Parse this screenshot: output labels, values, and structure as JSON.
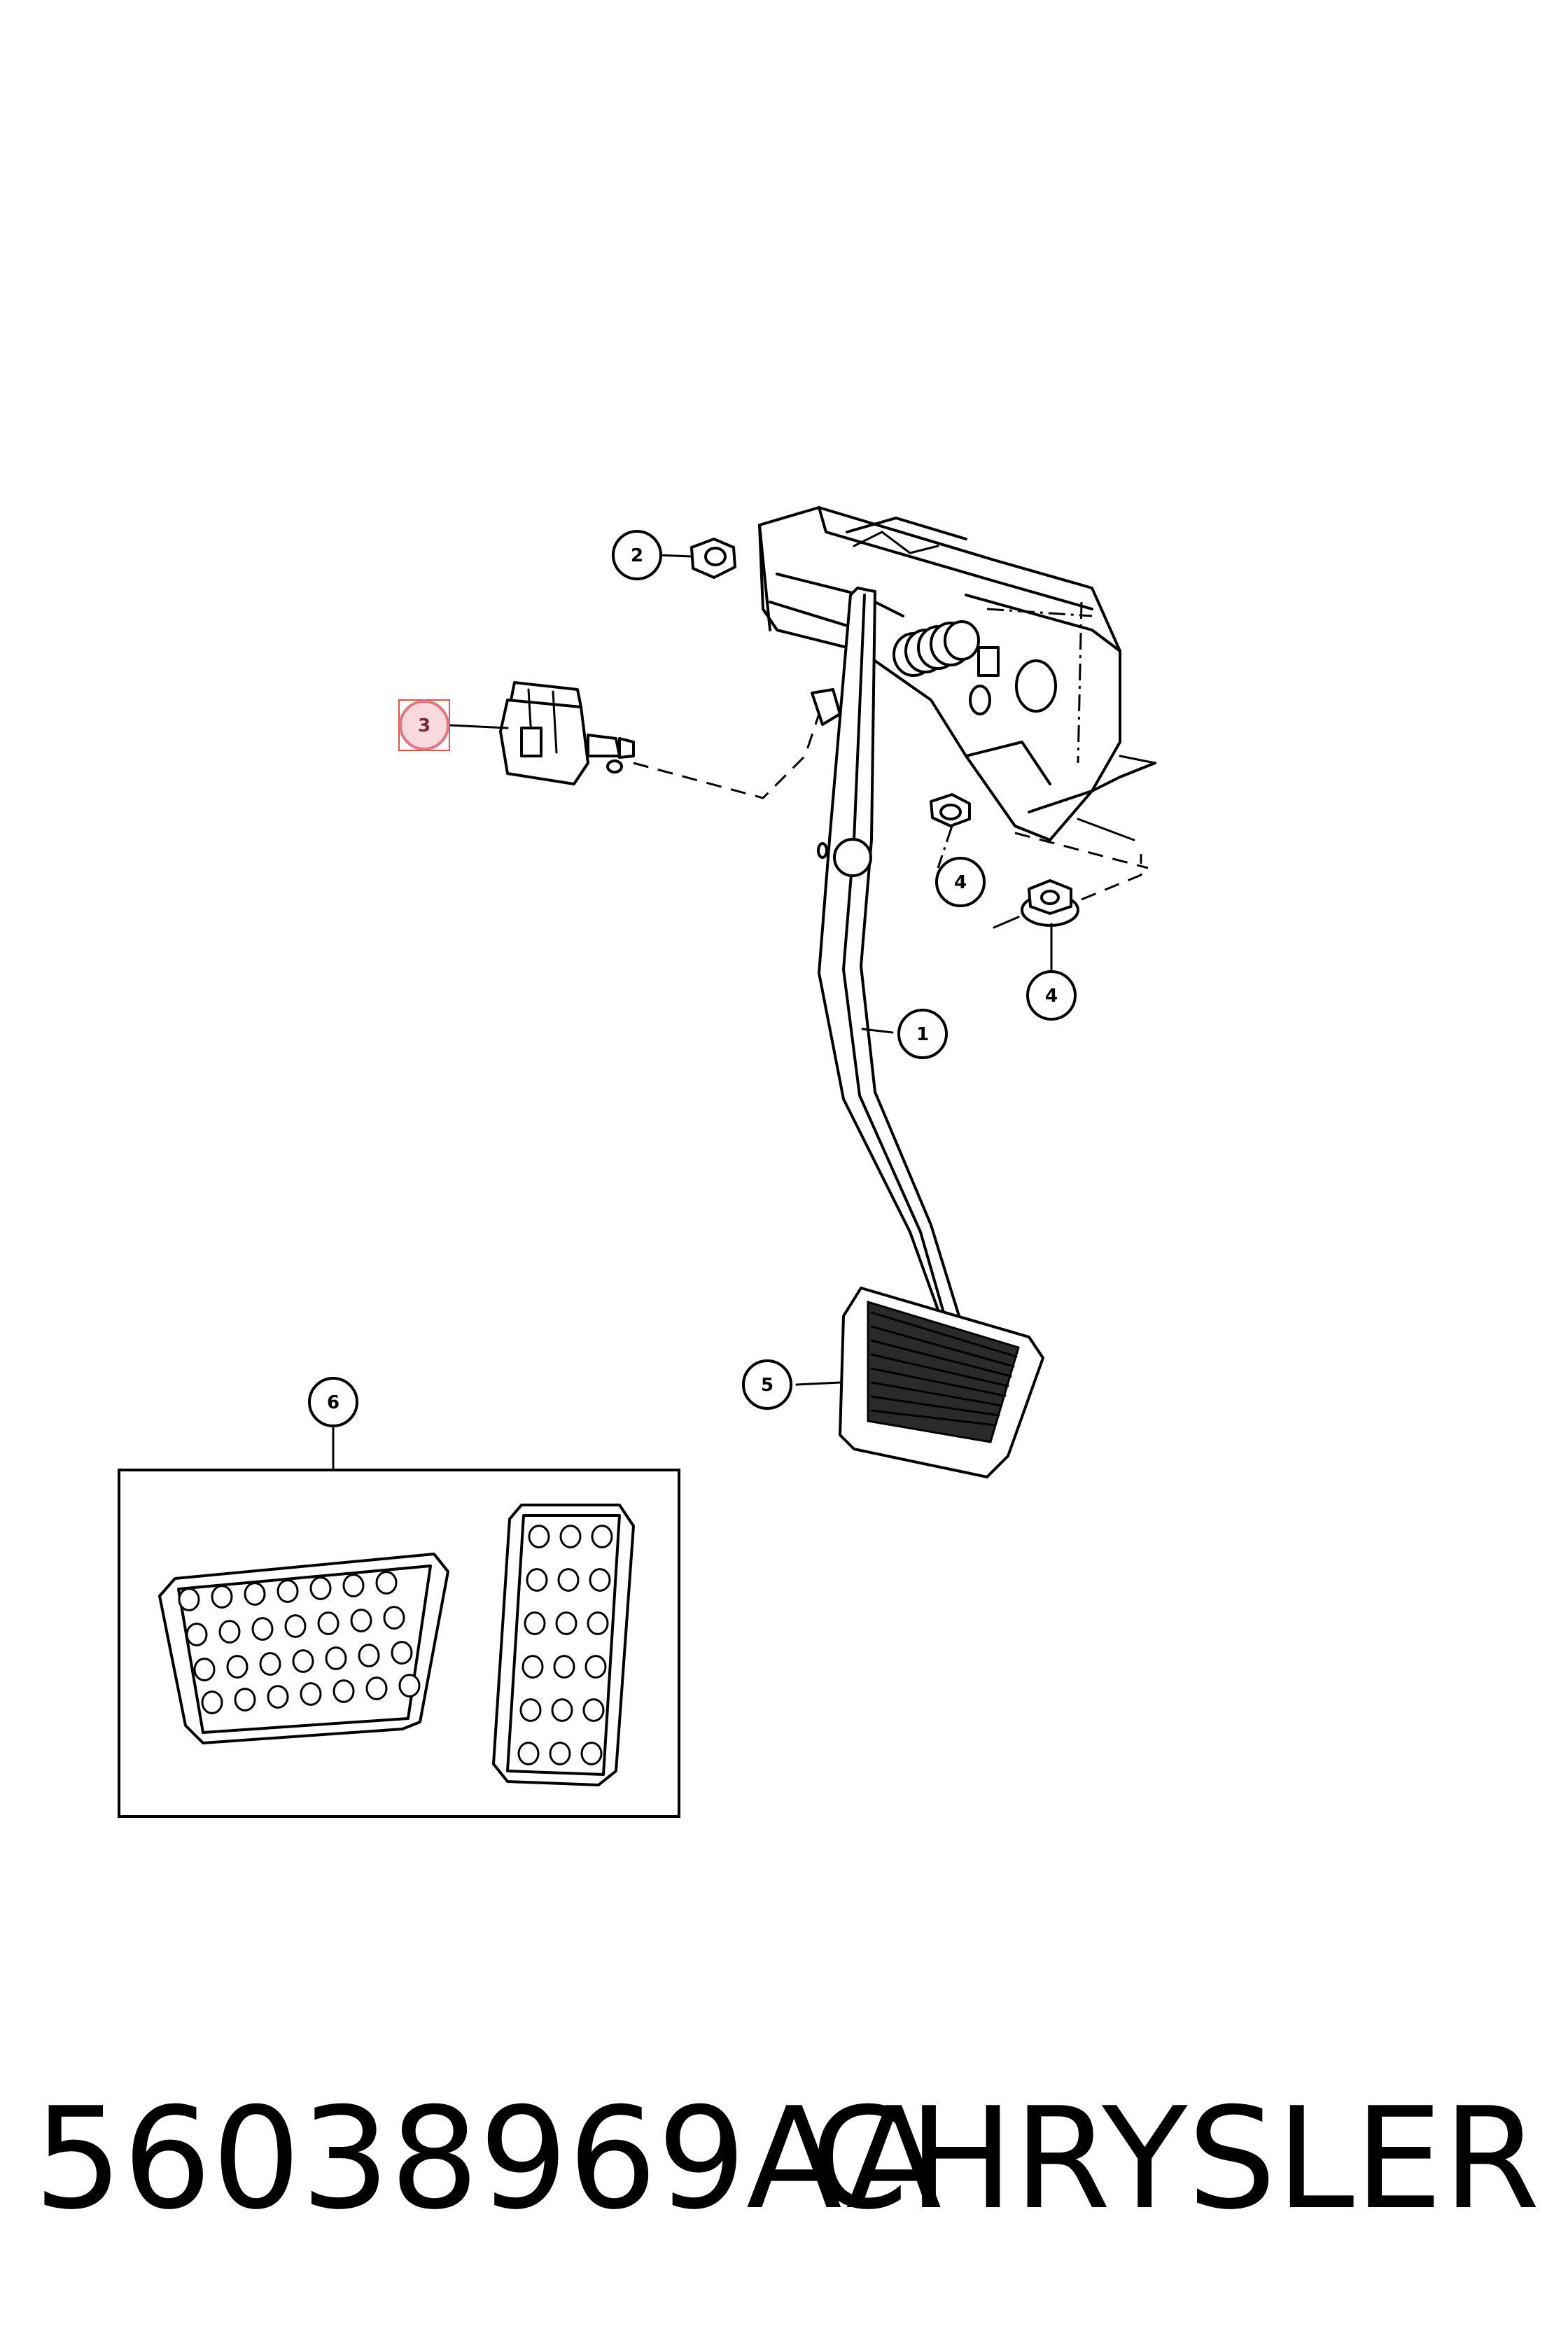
{
  "callouts": [
    {
      "id": "1",
      "label": "1"
    },
    {
      "id": "2",
      "label": "2"
    },
    {
      "id": "3",
      "label": "3",
      "highlighted": true
    },
    {
      "id": "4a",
      "label": "4"
    },
    {
      "id": "4b",
      "label": "4"
    },
    {
      "id": "5",
      "label": "5"
    },
    {
      "id": "6",
      "label": "6"
    }
  ],
  "caption": {
    "part_number": "56038969AA",
    "brand": "CHRYSLER"
  },
  "colors": {
    "line": "#000000",
    "highlight_fill": "#f9d9dd",
    "highlight_stroke": "#d9534f",
    "pad_dark": "#2a2a2a"
  }
}
